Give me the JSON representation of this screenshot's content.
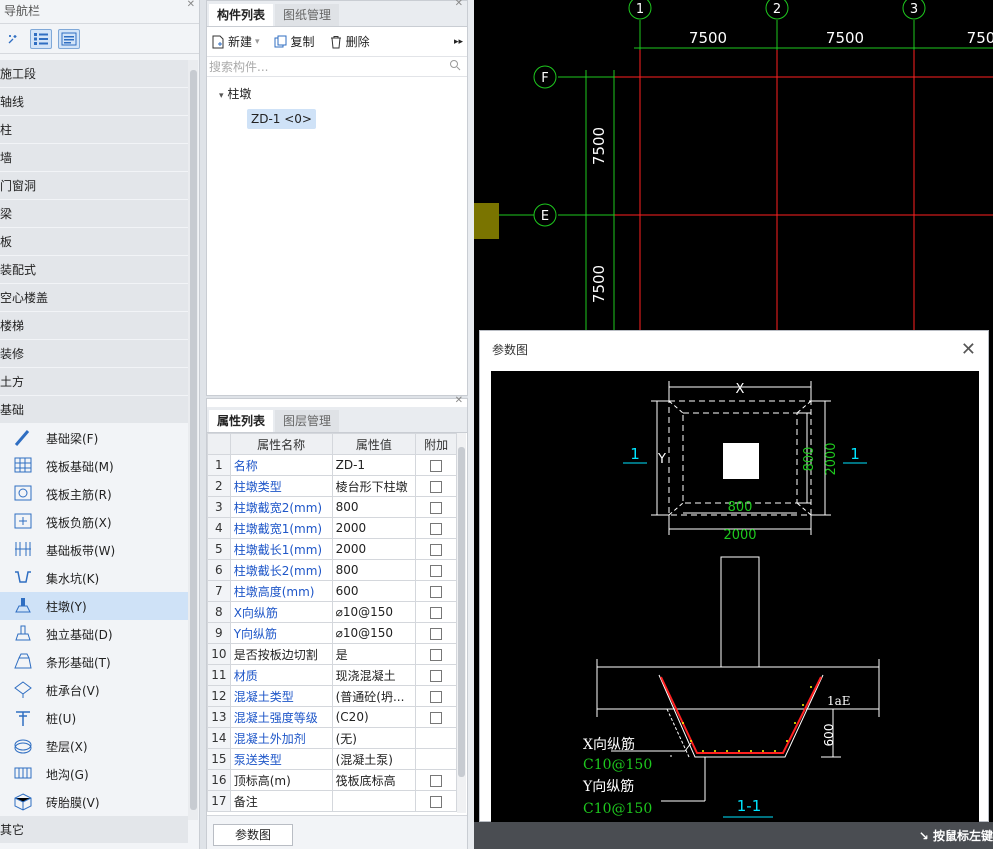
{
  "nav": {
    "title": "导航栏",
    "categories": [
      "施工段",
      "轴线",
      "柱",
      "墙",
      "门窗洞",
      "梁",
      "板",
      "装配式",
      "空心楼盖",
      "楼梯",
      "装修",
      "土方",
      "基础"
    ],
    "foundation_items": [
      {
        "label": "基础梁(F)",
        "icon": "foundation-beam-icon"
      },
      {
        "label": "筏板基础(M)",
        "icon": "raft-foundation-icon"
      },
      {
        "label": "筏板主筋(R)",
        "icon": "raft-main-rebar-icon"
      },
      {
        "label": "筏板负筋(X)",
        "icon": "raft-negative-rebar-icon"
      },
      {
        "label": "基础板带(W)",
        "icon": "foundation-strip-icon"
      },
      {
        "label": "集水坑(K)",
        "icon": "sump-pit-icon"
      },
      {
        "label": "柱墩(Y)",
        "icon": "column-pier-icon"
      },
      {
        "label": "独立基础(D)",
        "icon": "isolated-footing-icon"
      },
      {
        "label": "条形基础(T)",
        "icon": "strip-footing-icon"
      },
      {
        "label": "桩承台(V)",
        "icon": "pile-cap-icon"
      },
      {
        "label": "桩(U)",
        "icon": "pile-icon"
      },
      {
        "label": "垫层(X)",
        "icon": "cushion-layer-icon"
      },
      {
        "label": "地沟(G)",
        "icon": "trench-icon"
      },
      {
        "label": "砖胎膜(V)",
        "icon": "brick-mold-icon"
      }
    ],
    "selected": "柱墩(Y)",
    "other": "其它"
  },
  "complist": {
    "tabs": [
      "构件列表",
      "图纸管理"
    ],
    "actions": {
      "new": "新建",
      "copy": "复制",
      "delete": "删除"
    },
    "search_placeholder": "搜索构件...",
    "tree_root": "柱墩",
    "tree_leaf": "ZD-1 <0>"
  },
  "props": {
    "tabs": [
      "属性列表",
      "图层管理"
    ],
    "headers": {
      "name": "属性名称",
      "value": "属性值",
      "extra": "附加"
    },
    "rows": [
      {
        "n": "1",
        "k": "名称",
        "v": "ZD-1",
        "blue": true,
        "chk": true
      },
      {
        "n": "2",
        "k": "柱墩类型",
        "v": "棱台形下柱墩",
        "blue": true,
        "chk": true
      },
      {
        "n": "3",
        "k": "柱墩截宽2(mm)",
        "v": "800",
        "blue": true,
        "chk": true
      },
      {
        "n": "4",
        "k": "柱墩截宽1(mm)",
        "v": "2000",
        "blue": true,
        "chk": true
      },
      {
        "n": "5",
        "k": "柱墩截长1(mm)",
        "v": "2000",
        "blue": true,
        "chk": true
      },
      {
        "n": "6",
        "k": "柱墩截长2(mm)",
        "v": "800",
        "blue": true,
        "chk": true
      },
      {
        "n": "7",
        "k": "柱墩高度(mm)",
        "v": "600",
        "blue": true,
        "chk": true
      },
      {
        "n": "8",
        "k": "X向纵筋",
        "v": "⌀10@150",
        "blue": true,
        "chk": true
      },
      {
        "n": "9",
        "k": "Y向纵筋",
        "v": "⌀10@150",
        "blue": true,
        "chk": true
      },
      {
        "n": "10",
        "k": "是否按板边切割",
        "v": "是",
        "blue": false,
        "chk": true
      },
      {
        "n": "11",
        "k": "材质",
        "v": "现浇混凝土",
        "blue": true,
        "chk": true
      },
      {
        "n": "12",
        "k": "混凝土类型",
        "v": "(普通砼(坍...",
        "blue": true,
        "chk": true
      },
      {
        "n": "13",
        "k": "混凝土强度等级",
        "v": "(C20)",
        "blue": true,
        "chk": true
      },
      {
        "n": "14",
        "k": "混凝土外加剂",
        "v": "(无)",
        "blue": true,
        "chk": false
      },
      {
        "n": "15",
        "k": "泵送类型",
        "v": "(混凝土泵)",
        "blue": true,
        "chk": false
      },
      {
        "n": "16",
        "k": "顶标高(m)",
        "v": "筏板底标高",
        "blue": false,
        "chk": true
      },
      {
        "n": "17",
        "k": "备注",
        "v": "",
        "blue": false,
        "chk": true
      }
    ],
    "param_button": "参数图"
  },
  "cad": {
    "axis_numbers": [
      "1",
      "2",
      "3"
    ],
    "axis_letters": [
      "F",
      "E"
    ],
    "spans": [
      "7500",
      "7500",
      "750"
    ],
    "vspans": [
      "7500",
      "7500"
    ]
  },
  "dialog": {
    "title": "参数图",
    "labels": {
      "x": "X",
      "y": "Y",
      "d800a": "800",
      "d800b": "800",
      "d2000a": "2000",
      "d2000b": "2000",
      "sec_left": "1",
      "sec_right": "1",
      "lae": "1aE",
      "h600": "600",
      "xrebar": "X向纵筋",
      "xspec": "C10@150",
      "yrebar": "Y向纵筋",
      "yspec": "C10@150",
      "section": "1-1"
    }
  },
  "status": {
    "hint": "按鼠标左键"
  },
  "colors": {
    "red_grid": "#ff2020",
    "green_dim": "#1ec81e",
    "cyan": "#00e5ff",
    "selection": "#cfe2f7"
  }
}
